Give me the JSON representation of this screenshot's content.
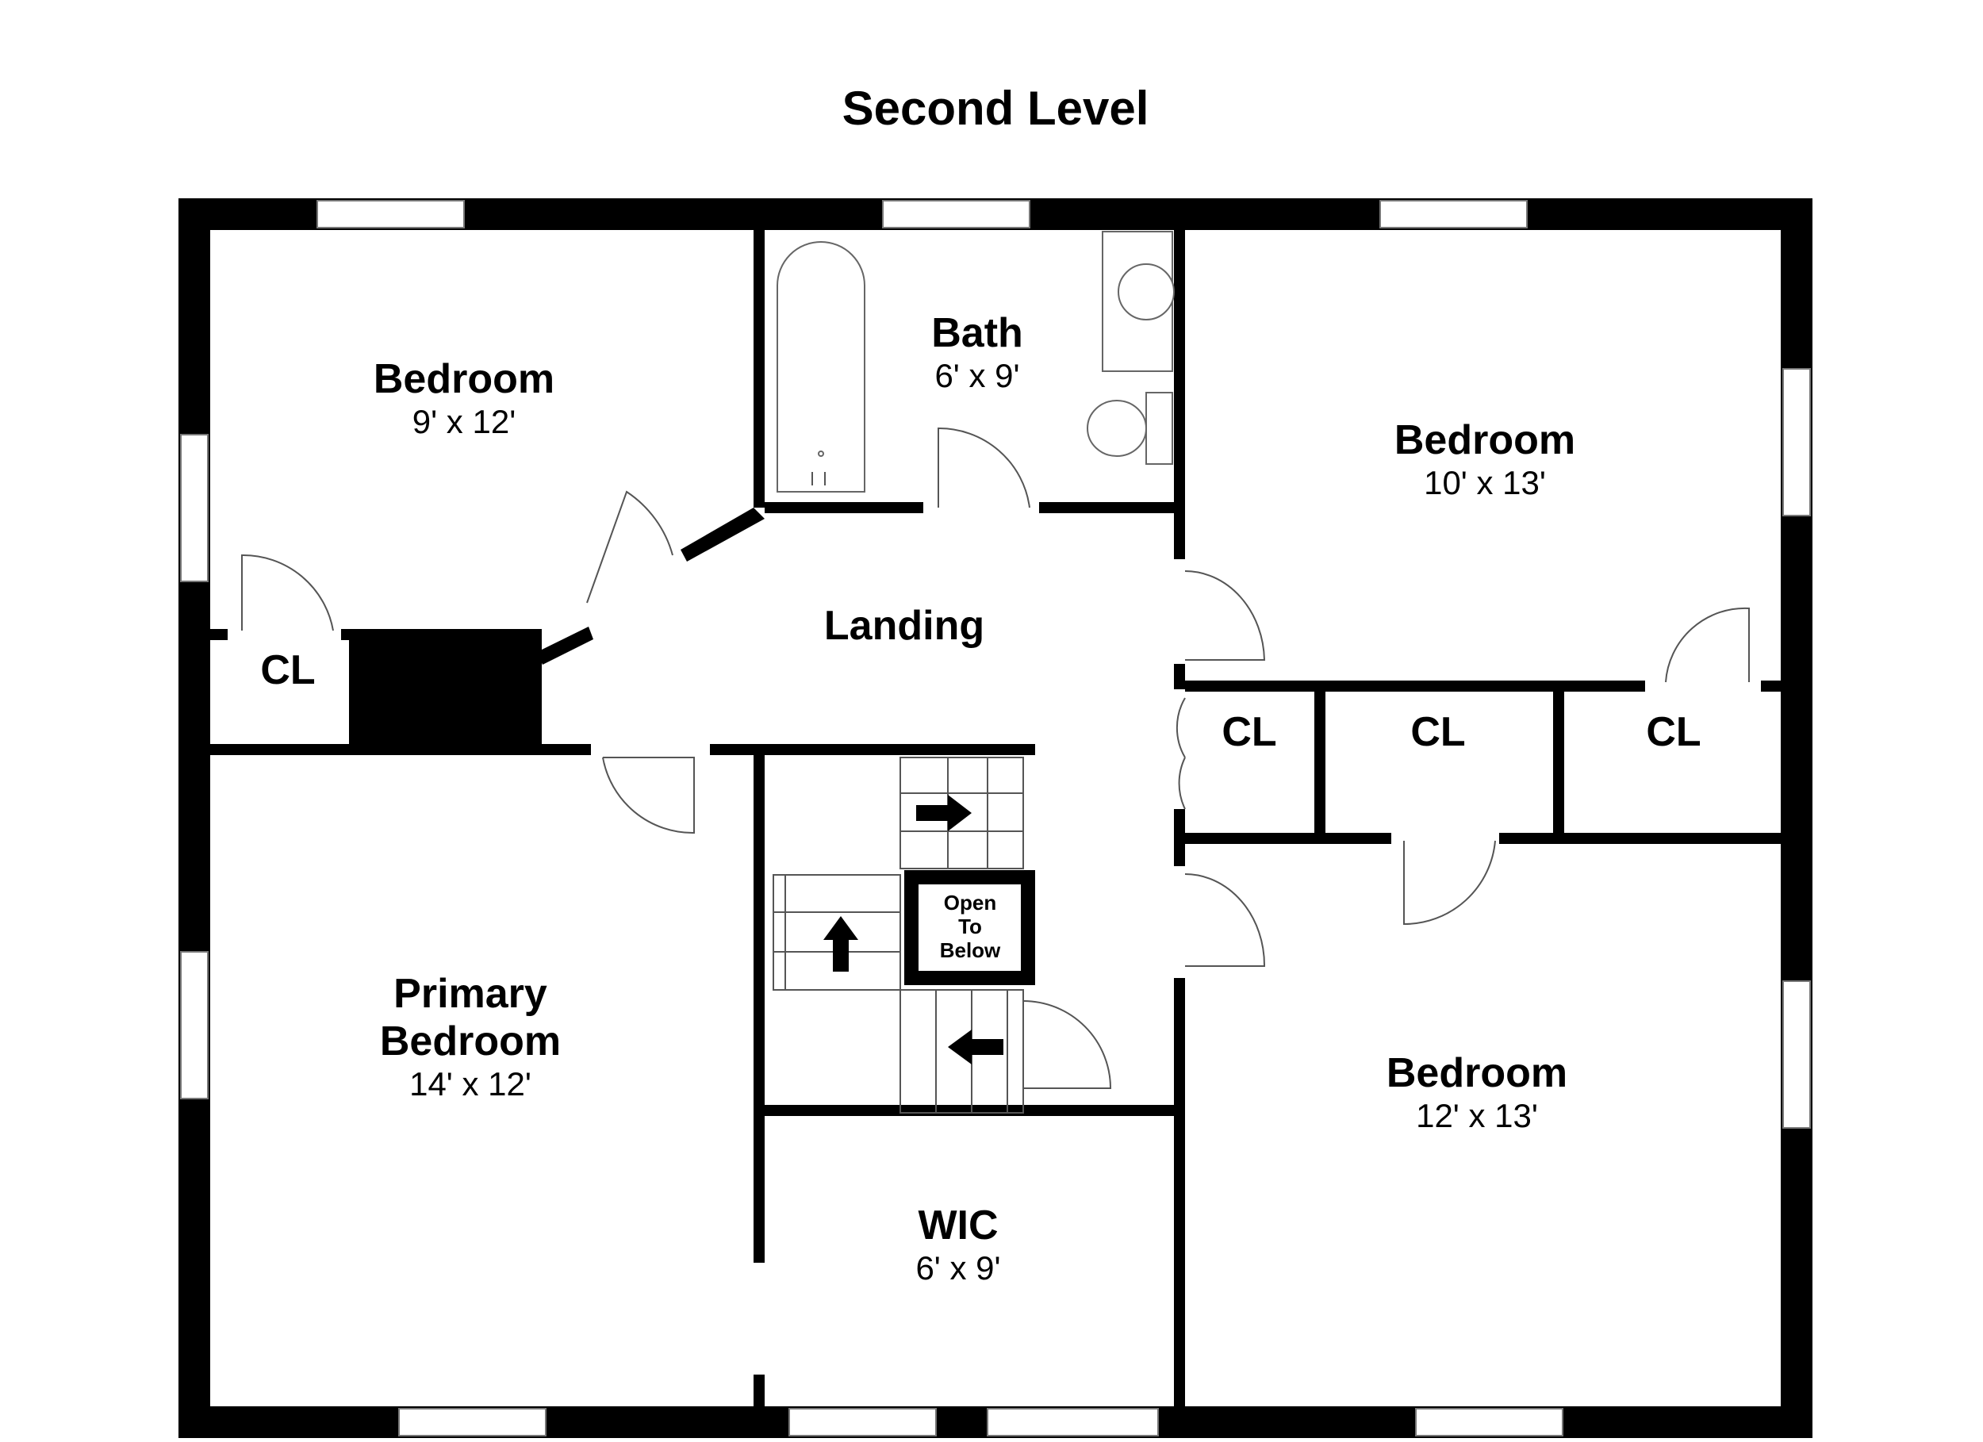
{
  "title": "Second Level",
  "rooms": {
    "bedroom_nw": {
      "name": "Bedroom",
      "size": "9' x 12'"
    },
    "bath": {
      "name": "Bath",
      "size": "6' x 9'"
    },
    "bedroom_ne": {
      "name": "Bedroom",
      "size": "10' x 13'"
    },
    "landing": {
      "name": "Landing"
    },
    "closet_w": {
      "name": "CL"
    },
    "closet_mid_1": {
      "name": "CL"
    },
    "closet_mid_2": {
      "name": "CL"
    },
    "closet_mid_3": {
      "name": "CL"
    },
    "primary_bedroom": {
      "name_line1": "Primary",
      "name_line2": "Bedroom",
      "size": "14' x 12'"
    },
    "open_to_below": {
      "line1": "Open",
      "line2": "To",
      "line3": "Below"
    },
    "wic": {
      "name": "WIC",
      "size": "6' x 9'"
    },
    "bedroom_se": {
      "name": "Bedroom",
      "size": "12' x 13'"
    }
  }
}
